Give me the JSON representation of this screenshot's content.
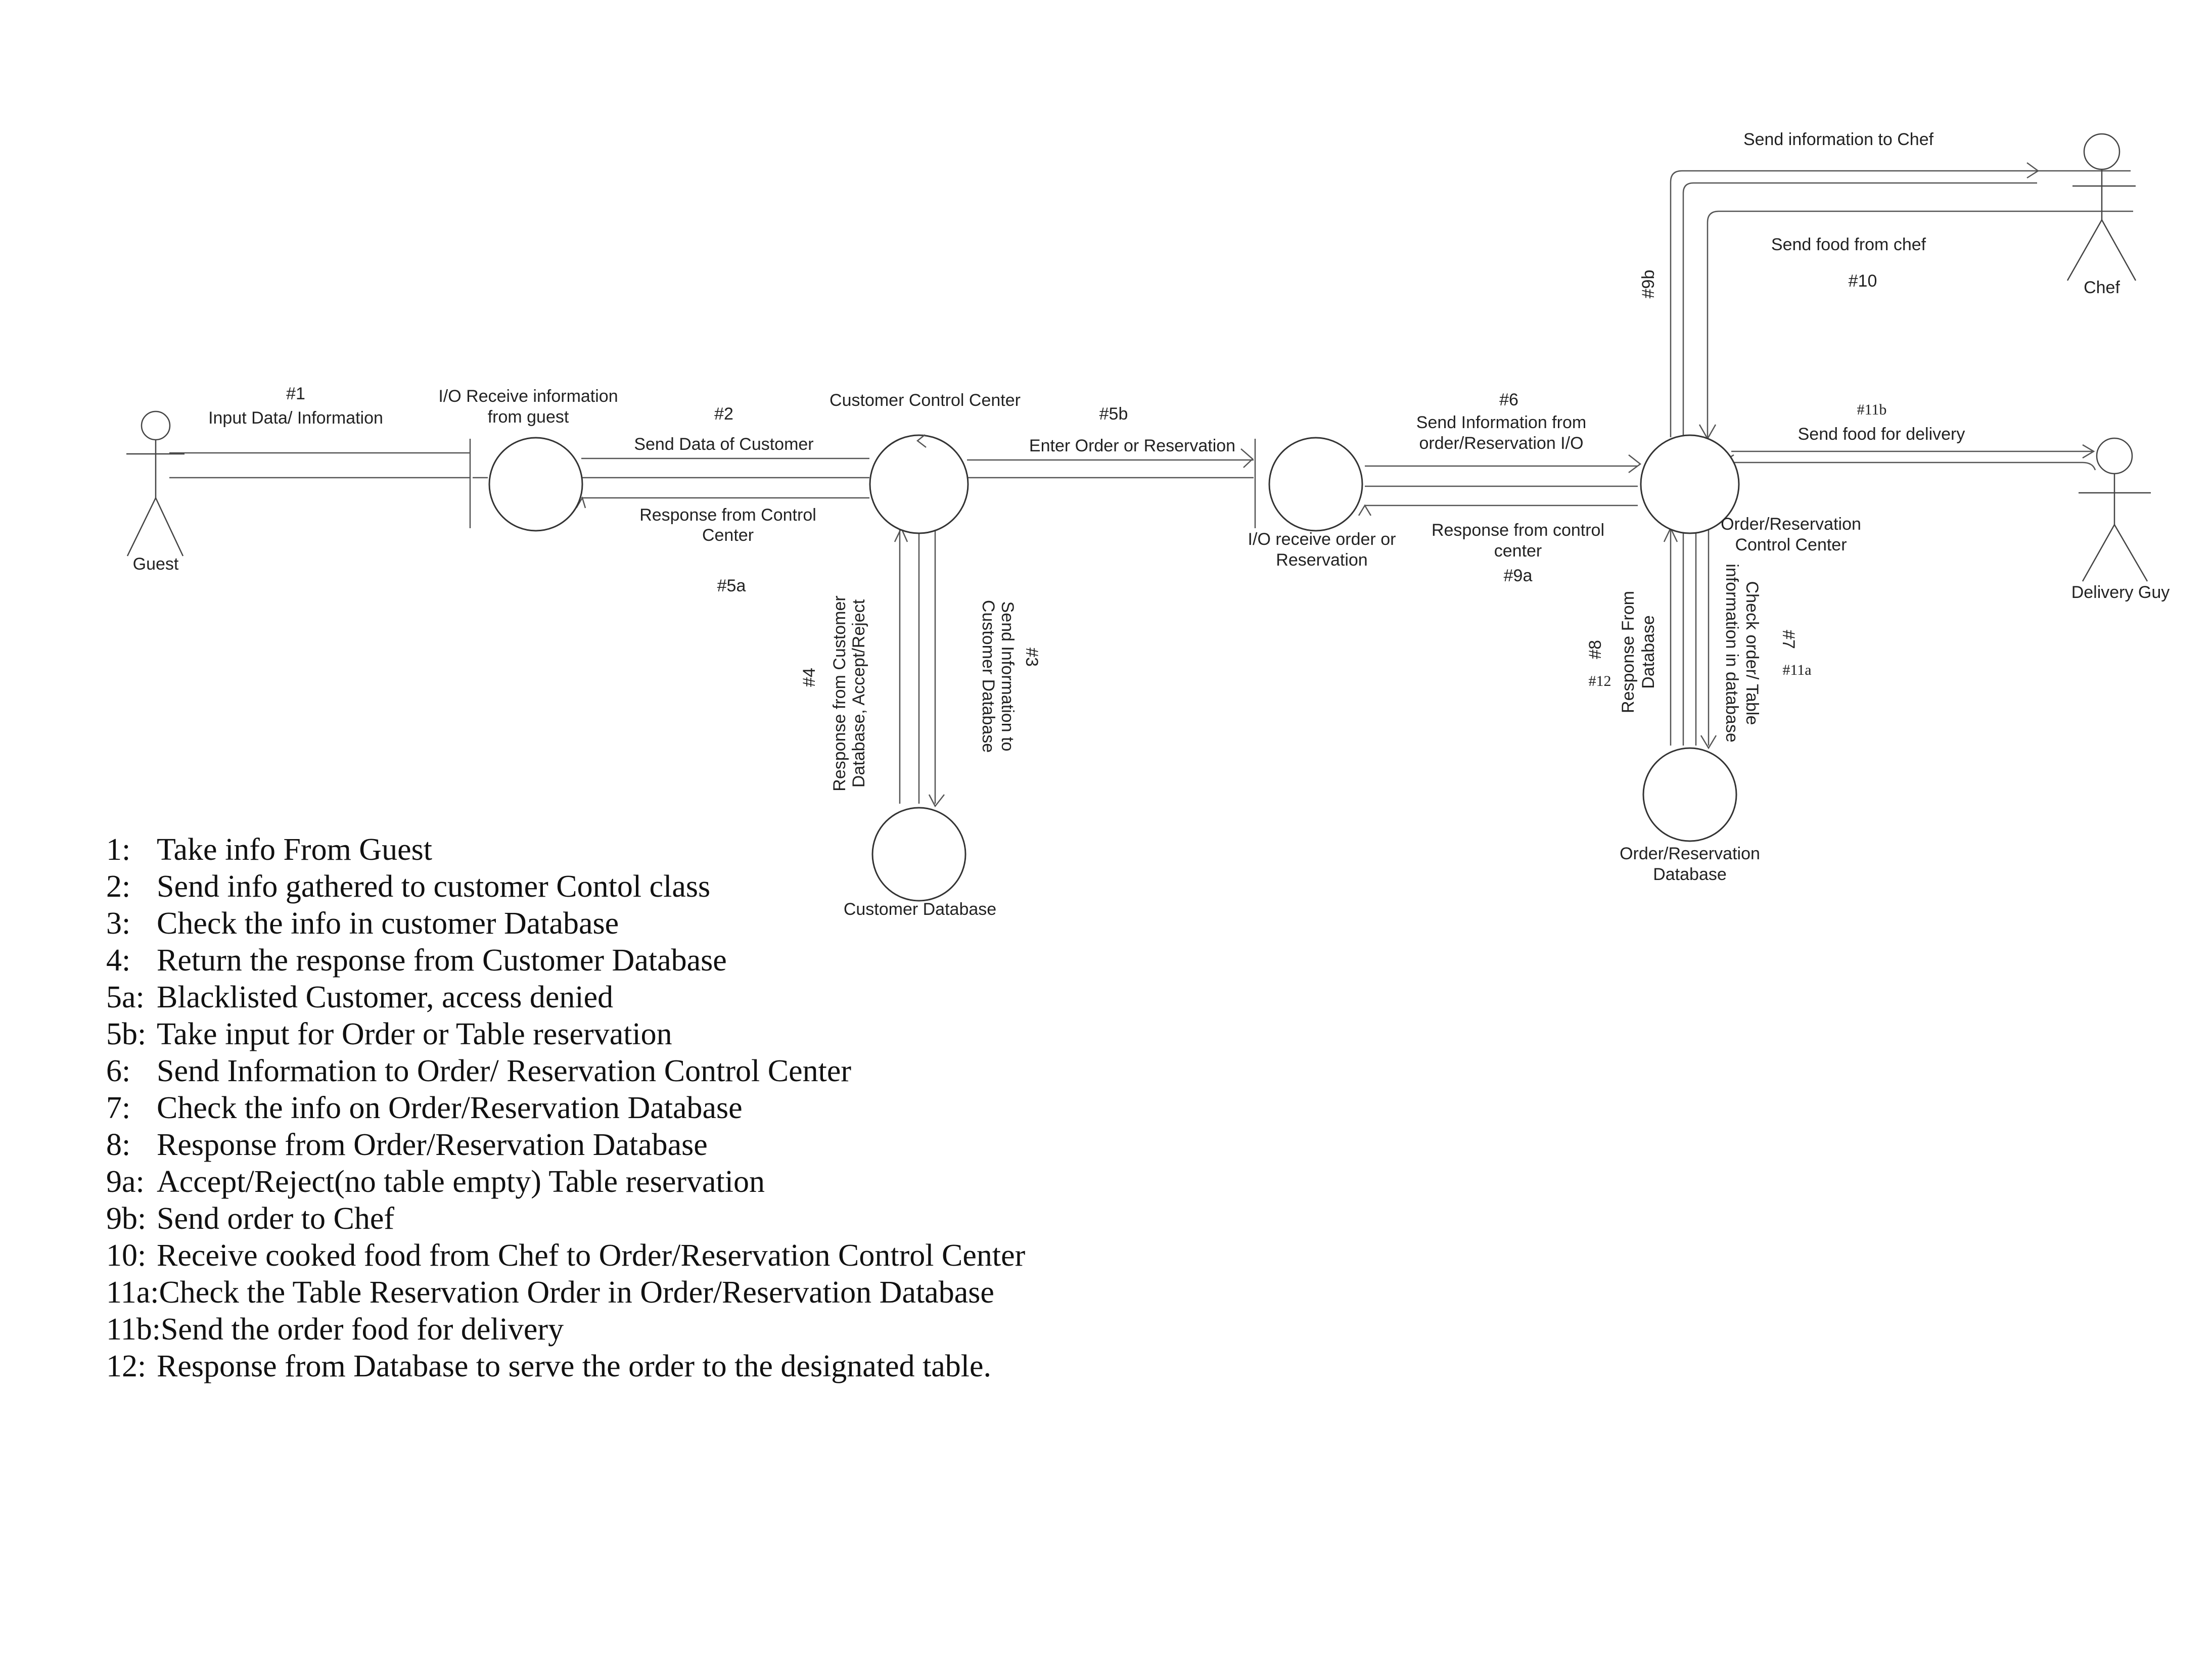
{
  "actors": {
    "guest": "Guest",
    "chef": "Chef",
    "delivery": "Delivery Guy"
  },
  "nodes": {
    "io_guest": [
      "I/O Receive information",
      "from guest"
    ],
    "customer_control": "Customer Control Center",
    "customer_db": "Customer Database",
    "io_order": [
      "I/O receive order or",
      "Reservation"
    ],
    "order_control": [
      "Order/Reservation",
      "Control Center"
    ],
    "order_db": [
      "Order/Reservation",
      "Database"
    ]
  },
  "flows": {
    "f1_num": "#1",
    "f1_label": "Input Data/ Information",
    "f2_num": "#2",
    "f2_label": "Send Data of Customer",
    "f5a_label": [
      "Response from Control",
      "Center"
    ],
    "f5a_num": "#5a",
    "f3_num": "#3",
    "f3_label": [
      "Send Information to",
      "Customer Database"
    ],
    "f4_num": "#4",
    "f4_label": [
      "Response from Customer",
      "Database, Accept/Reject"
    ],
    "f5b_num": "#5b",
    "f5b_label": "Enter Order or Reservation",
    "f6_num": "#6",
    "f6_label": [
      "Send Information from",
      "order/Reservation I/O"
    ],
    "f9a_label": [
      "Response from control",
      "center"
    ],
    "f9a_num": "#9a",
    "f9b_num": "#9b",
    "chef_send": "Send information to Chef",
    "f10_label": "Send food from chef",
    "f10_num": "#10",
    "f11b_num": "#11b",
    "f11b_label": "Send food for delivery",
    "f8_num": "#8",
    "f12_num": "#12",
    "f8_label": [
      "Response From",
      "Database"
    ],
    "f7_label": [
      "Check order/ Table",
      "information in database"
    ],
    "f7_num": "#7",
    "f11a_num": "#11a"
  },
  "legend": [
    {
      "num": "1:",
      "text": "Take info From Guest"
    },
    {
      "num": "2:",
      "text": "Send info gathered to customer Contol class"
    },
    {
      "num": "3:",
      "text": "Check the info in customer Database"
    },
    {
      "num": "4:",
      "text": "Return the response from Customer Database"
    },
    {
      "num": "5a:",
      "text": "Blacklisted Customer, access denied"
    },
    {
      "num": "5b:",
      "text": "Take input for Order or Table reservation"
    },
    {
      "num": "6:",
      "text": "Send Information to Order/ Reservation  Control Center"
    },
    {
      "num": "7:",
      "text": "Check the info on Order/Reservation Database"
    },
    {
      "num": "8:",
      "text": "Response from Order/Reservation Database"
    },
    {
      "num": "9a:",
      "text": "Accept/Reject(no table empty) Table reservation"
    },
    {
      "num": "9b:",
      "text": "Send order to Chef"
    },
    {
      "num": "10:",
      "text": "Receive cooked food from Chef to Order/Reservation Control Center"
    },
    {
      "num": "11a:",
      "text": "Check the Table Reservation Order in Order/Reservation Database"
    },
    {
      "num": "11b:",
      "text": "Send the order food for delivery"
    },
    {
      "num": "12:",
      "text": "Response from Database to serve the order to the designated table."
    }
  ]
}
